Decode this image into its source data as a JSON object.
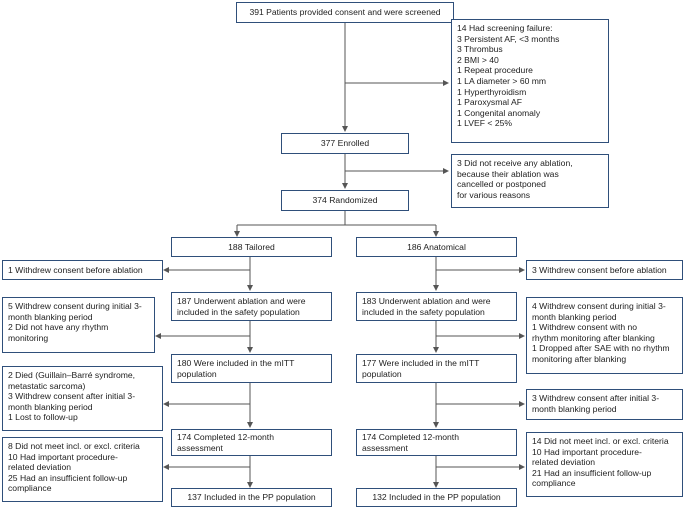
{
  "screening": "391 Patients provided consent and were screened",
  "screen_failure": [
    "14 Had screening failure:",
    "3 Persistent AF, <3 months",
    "3 Thrombus",
    "2 BMI > 40",
    "1 Repeat procedure",
    "1 LA diameter > 60 mm",
    "1 Hyperthyroidism",
    "1 Paroxysmal AF",
    "1 Congenital anomaly",
    "1 LVEF < 25%"
  ],
  "enrolled": "377 Enrolled",
  "no_ablation": [
    "3 Did not receive any ablation,",
    "because their ablation was",
    "cancelled or postponed",
    "for various reasons"
  ],
  "randomized": "374 Randomized",
  "tailored": {
    "arm": "188 Tailored",
    "exclusion_1": [
      "1 Withdrew consent before ablation"
    ],
    "safety": [
      "187 Underwent ablation and were",
      "included in the safety population"
    ],
    "exclusion_2": [
      "5 Withdrew consent during initial 3-",
      "month blanking period",
      "2 Did not have any rhythm",
      "monitoring"
    ],
    "mitt": [
      "180 Were included in the mITT",
      "population"
    ],
    "exclusion_3": [
      "2 Died (Guillain–Barré syndrome,",
      "metastatic sarcoma)",
      "3 Withdrew consent after initial 3-",
      "month blanking period",
      "1 Lost to follow-up"
    ],
    "completed": [
      "174 Completed 12-month",
      "assessment"
    ],
    "exclusion_4": [
      "8 Did not meet incl. or excl. criteria",
      "10 Had important procedure-",
      "related deviation",
      "25 Had an insufficient follow-up",
      "compliance"
    ],
    "pp": "137 Included in the PP population"
  },
  "anatomical": {
    "arm": "186 Anatomical",
    "exclusion_1": [
      "3 Withdrew consent before ablation"
    ],
    "safety": [
      "183 Underwent ablation and were",
      "included in the safety population"
    ],
    "exclusion_2": [
      "4 Withdrew consent during initial 3-",
      "month blanking period",
      "1 Withdrew consent with no",
      "rhythm monitoring after blanking",
      "1 Dropped after SAE with no rhythm",
      "monitoring after blanking"
    ],
    "mitt": [
      "177 Were included in the mITT",
      "population"
    ],
    "exclusion_3": [
      "3 Withdrew consent after initial 3-",
      "month blanking period"
    ],
    "completed": [
      "174 Completed 12-month",
      "assessment"
    ],
    "exclusion_4": [
      "14 Did not meet incl. or excl. criteria",
      "10 Had important procedure-",
      "related deviation",
      "21 Had an insufficient follow-up",
      "compliance"
    ],
    "pp": "132 Included in the PP population"
  },
  "colors": {
    "border": "#2f4f7a",
    "line": "#555555"
  }
}
